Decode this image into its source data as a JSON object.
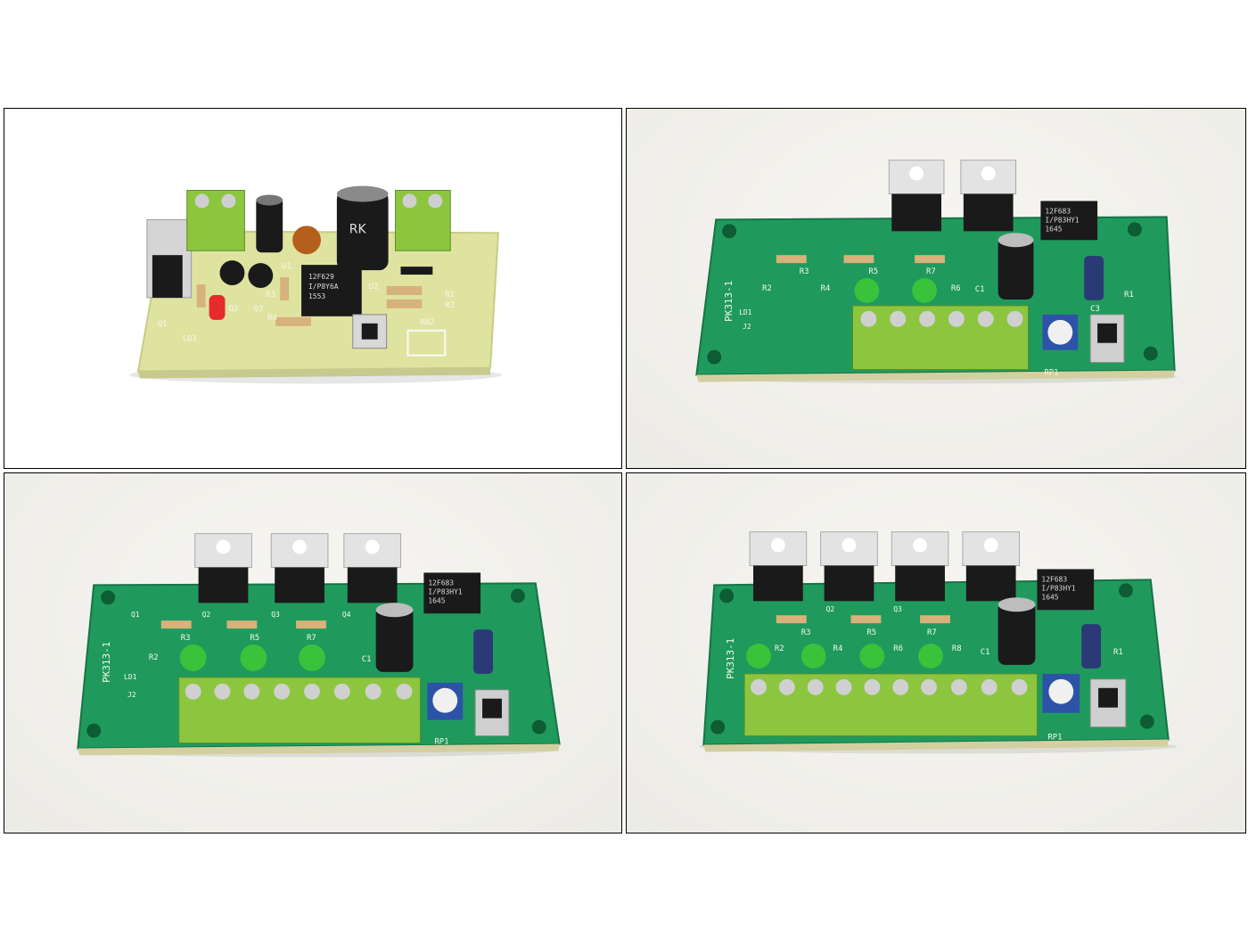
{
  "photos": [
    {
      "board_label": "",
      "chips": [
        "12F629",
        "I/P8Y6A",
        "1553"
      ],
      "capacitor_text": "RK",
      "silkscreen": [
        "LD1",
        "Q1",
        "Q2",
        "Q3",
        "U1",
        "U2",
        "R1",
        "R2",
        "R4",
        "R3",
        "RB2"
      ]
    },
    {
      "board_label": "PK313-1",
      "chips": [
        "12F683",
        "I/P83HY1",
        "1645"
      ],
      "silkscreen": [
        "R3",
        "R5",
        "R7",
        "RP1",
        "LD1",
        "R2",
        "R4",
        "R6",
        "C1",
        "R1",
        "C3",
        "J2"
      ]
    },
    {
      "board_label": "PK313-1",
      "chips": [
        "12F683",
        "I/P83HY1",
        "1645"
      ],
      "silkscreen": [
        "R3",
        "R5",
        "R7",
        "RP1",
        "LD1",
        "R2",
        "Q1",
        "Q2",
        "Q3",
        "Q4",
        "C1",
        "J2"
      ]
    },
    {
      "board_label": "PK313-1",
      "chips": [
        "12F683",
        "I/P83HY1",
        "1645"
      ],
      "silkscreen": [
        "R3",
        "R5",
        "R7",
        "RP1",
        "R2",
        "R4",
        "R6",
        "R8",
        "C1",
        "R1",
        "Q2",
        "Q3"
      ]
    }
  ],
  "colors": {
    "pcb_yellow": "#dfe3a0",
    "pcb_green": "#1f9a5c",
    "terminal_green": "#8cc63f",
    "led_green": "#39c23a",
    "led_red": "#e52b2b",
    "chip_black": "#1a1a1a"
  }
}
